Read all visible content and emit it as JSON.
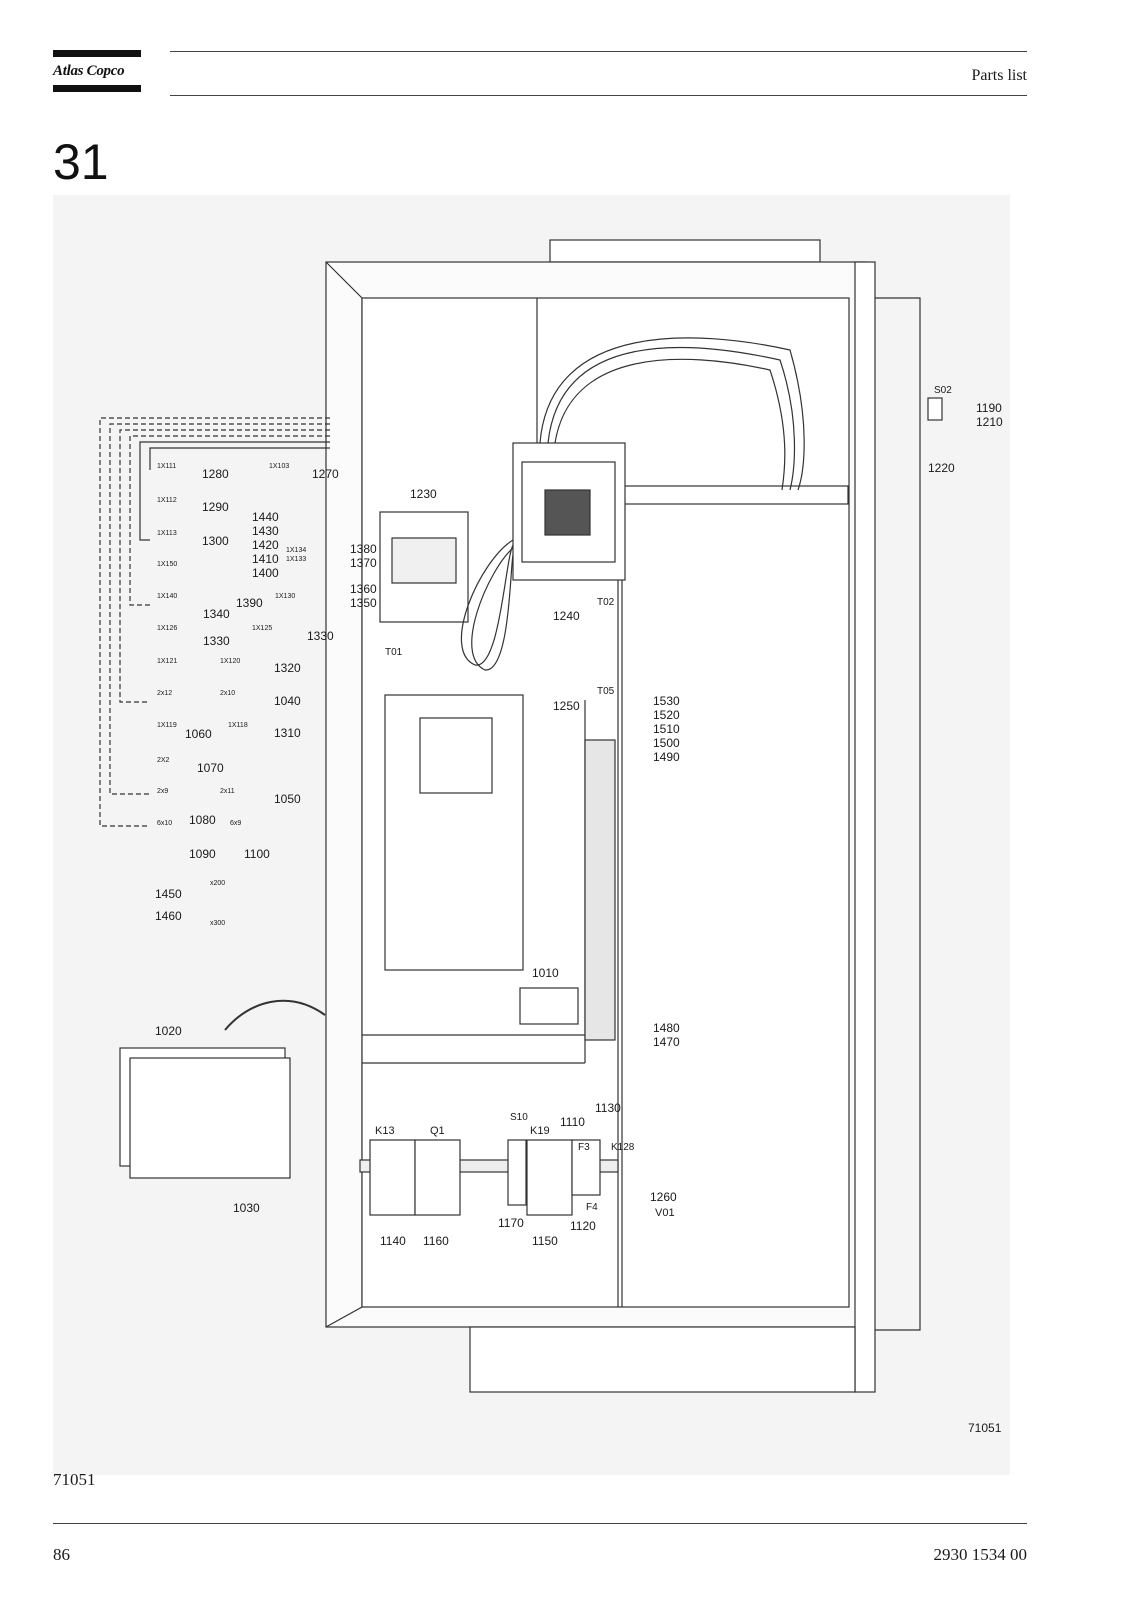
{
  "header": {
    "brand": "Atlas Copco",
    "section": "Parts list"
  },
  "figure_number": "31",
  "drawing": {
    "id_label": "71051",
    "left_callouts": [
      {
        "text": "1X111"
      },
      {
        "text": "1280"
      },
      {
        "text": "1X103"
      },
      {
        "text": "1270"
      },
      {
        "text": "1X112"
      },
      {
        "text": "1290"
      },
      {
        "text": "1X113"
      },
      {
        "text": "1300"
      },
      {
        "text": "1X150"
      },
      {
        "text": "1400"
      },
      {
        "text": "1X140"
      },
      {
        "text": "1390"
      },
      {
        "text": "1X130"
      },
      {
        "text": "1350"
      },
      {
        "text": "1X126"
      },
      {
        "text": "1340"
      },
      {
        "text": "1X125"
      },
      {
        "text": "1330"
      },
      {
        "text": "1330"
      },
      {
        "text": "1X121"
      },
      {
        "text": "1X120"
      },
      {
        "text": "1320"
      },
      {
        "text": "2x12"
      },
      {
        "text": "2x10"
      },
      {
        "text": "1040"
      },
      {
        "text": "1X119"
      },
      {
        "text": "1060"
      },
      {
        "text": "1X118"
      },
      {
        "text": "1310"
      },
      {
        "text": "2X2"
      },
      {
        "text": "1070"
      },
      {
        "text": "2x9"
      },
      {
        "text": "2x11"
      },
      {
        "text": "1050"
      },
      {
        "text": "6x10"
      },
      {
        "text": "1080"
      },
      {
        "text": "6x9"
      },
      {
        "text": "1090"
      },
      {
        "text": "1100"
      },
      {
        "text": "1440"
      },
      {
        "text": "1430"
      },
      {
        "text": "1420"
      },
      {
        "text": "1410"
      },
      {
        "text": "1X134"
      },
      {
        "text": "1X133"
      },
      {
        "text": "1380"
      },
      {
        "text": "1370"
      },
      {
        "text": "1360"
      }
    ],
    "misc_callouts": [
      {
        "text": "1450"
      },
      {
        "text": "x200"
      },
      {
        "text": "1460"
      },
      {
        "text": "x300"
      },
      {
        "text": "1020"
      },
      {
        "text": "1030"
      }
    ],
    "cabinet_callouts": [
      {
        "text": "1230"
      },
      {
        "text": "T01"
      },
      {
        "text": "1240"
      },
      {
        "text": "T02"
      },
      {
        "text": "S02"
      },
      {
        "text": "1190"
      },
      {
        "text": "1210"
      },
      {
        "text": "1220"
      },
      {
        "text": "T05"
      },
      {
        "text": "1250"
      },
      {
        "text": "1530"
      },
      {
        "text": "1520"
      },
      {
        "text": "1510"
      },
      {
        "text": "1500"
      },
      {
        "text": "1490"
      },
      {
        "text": "1010"
      },
      {
        "text": "1480"
      },
      {
        "text": "1470"
      },
      {
        "text": "K13"
      },
      {
        "text": "Q1"
      },
      {
        "text": "S10"
      },
      {
        "text": "K19"
      },
      {
        "text": "1110"
      },
      {
        "text": "1130"
      },
      {
        "text": "F3"
      },
      {
        "text": "K128"
      },
      {
        "text": "1260"
      },
      {
        "text": "V01"
      },
      {
        "text": "F4"
      },
      {
        "text": "1120"
      },
      {
        "text": "1170"
      },
      {
        "text": "1150"
      },
      {
        "text": "1140"
      },
      {
        "text": "1160"
      }
    ]
  },
  "bottom_code": "71051",
  "footer": {
    "page": "86",
    "doc_number": "2930 1534 00"
  }
}
